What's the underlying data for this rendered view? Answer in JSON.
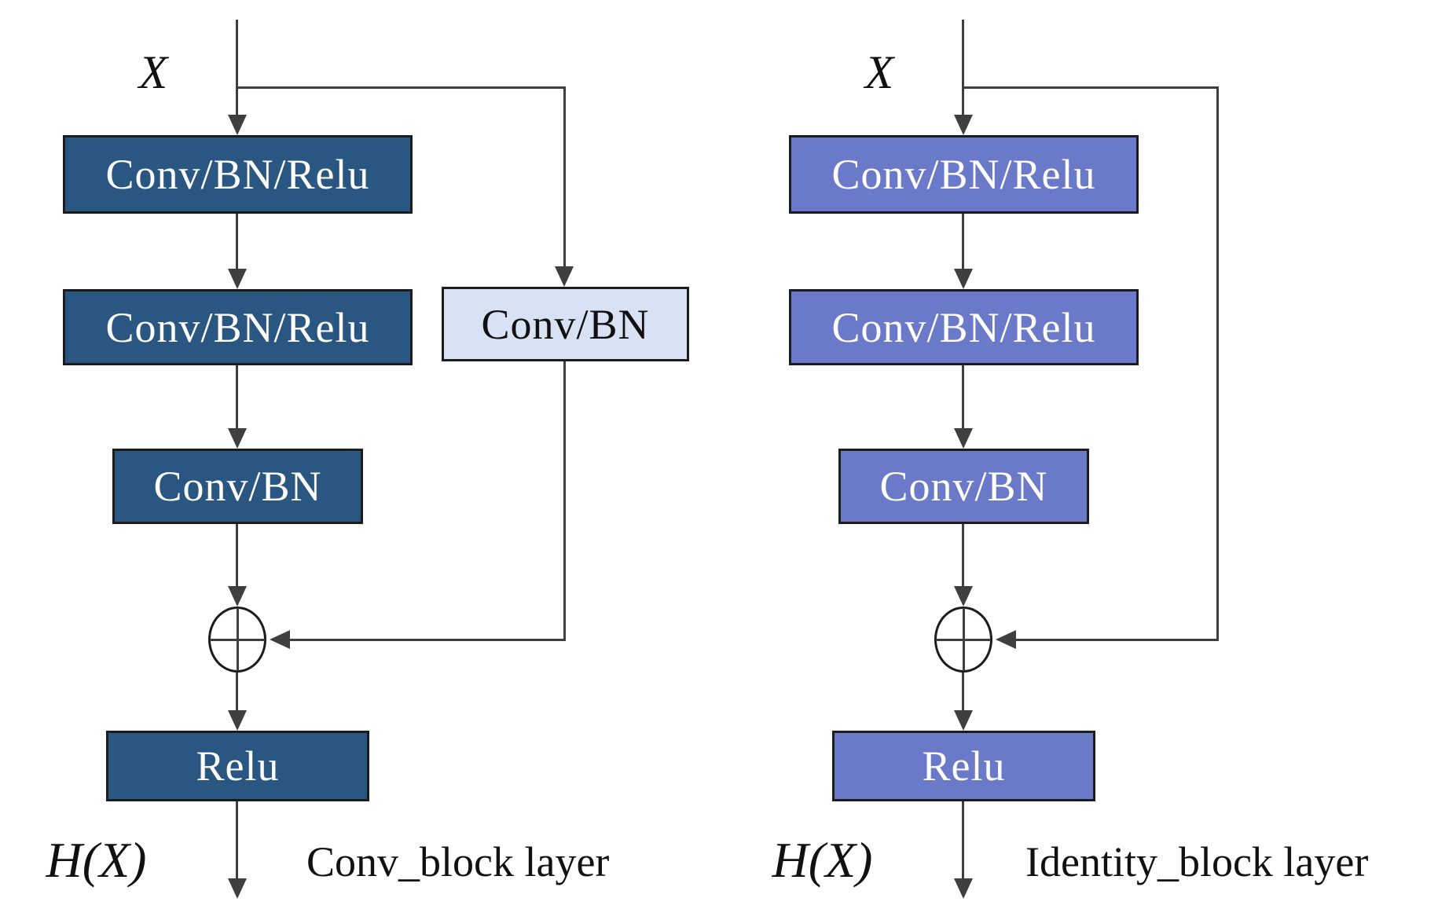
{
  "colors": {
    "conv_block_fill": "#2A5682",
    "identity_block_fill": "#6A79C8",
    "shortcut_conv_fill": "#D9E2F4",
    "box_border": "#1C1C1C",
    "line": "#3F3F3F",
    "dark_box_text": "#FFFFFF",
    "light_box_text": "#111111",
    "background": "#FFFFFF"
  },
  "left_diagram": {
    "input_label": "X",
    "output_label": "H(X)",
    "caption": "Conv_block layer",
    "boxes": [
      {
        "label": "Conv/BN/Relu"
      },
      {
        "label": "Conv/BN/Relu"
      },
      {
        "label": "Conv/BN"
      },
      {
        "label": "Relu"
      }
    ],
    "shortcut_box": {
      "label": "Conv/BN"
    },
    "merge_operator": "⊕"
  },
  "right_diagram": {
    "input_label": "X",
    "output_label": "H(X)",
    "caption": "Identity_block layer",
    "boxes": [
      {
        "label": "Conv/BN/Relu"
      },
      {
        "label": "Conv/BN/Relu"
      },
      {
        "label": "Conv/BN"
      },
      {
        "label": "Relu"
      }
    ],
    "merge_operator": "⊕"
  }
}
